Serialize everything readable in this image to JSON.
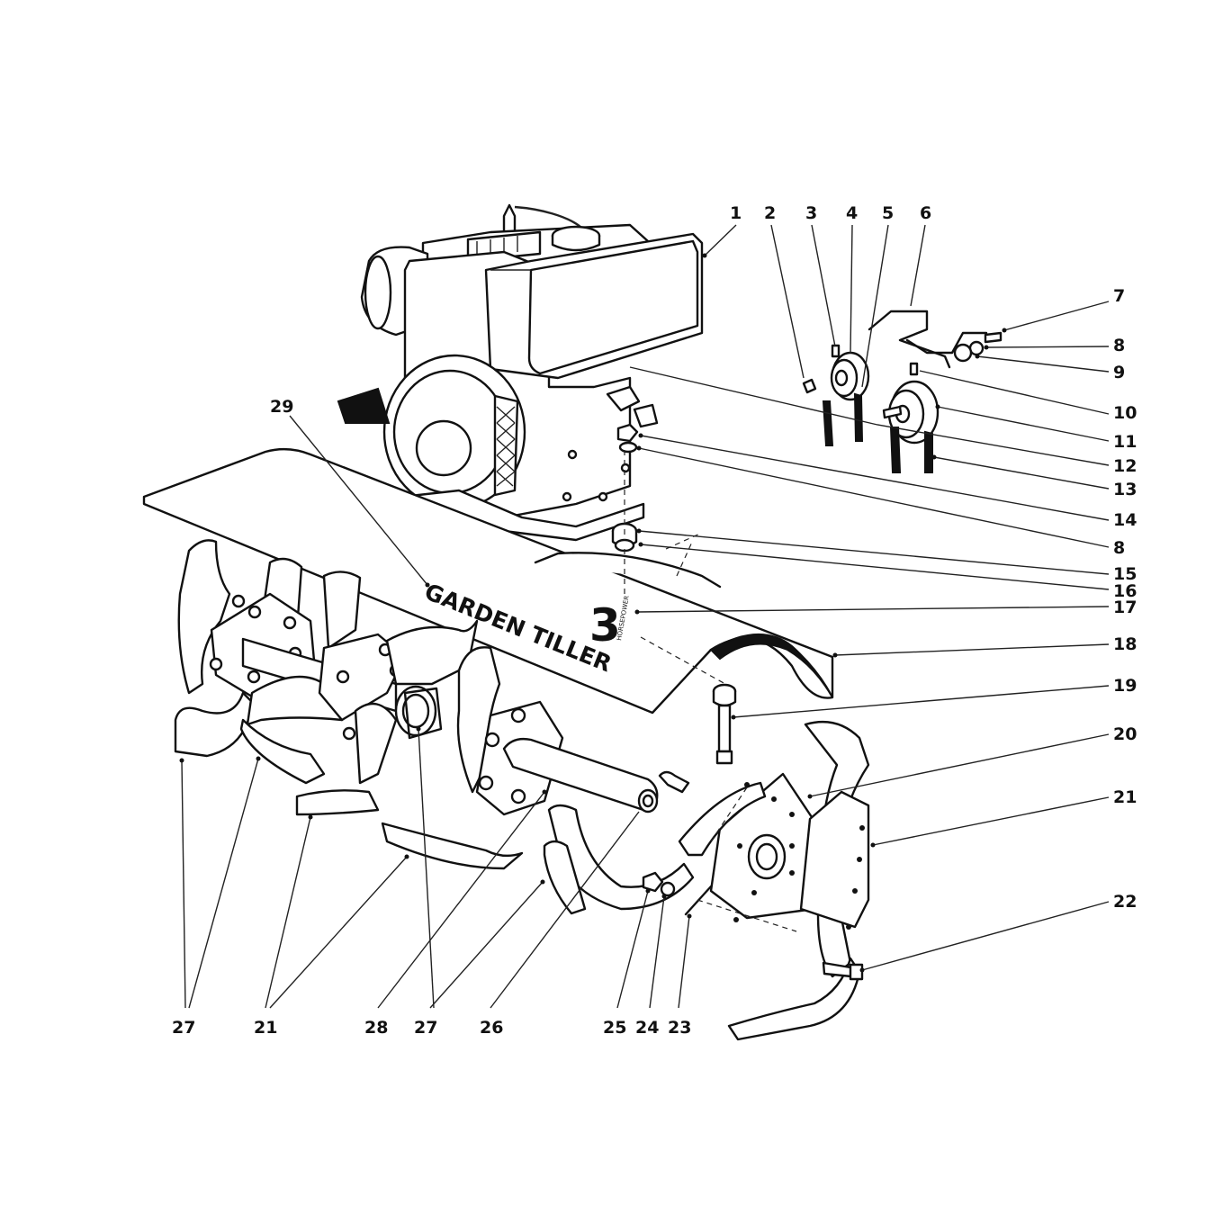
{
  "diagram": {
    "shield_text": "GARDEN TILLER",
    "hp_number": "3",
    "hp_word": "HORSEPOWER"
  },
  "callouts": [
    {
      "id": "c1",
      "text": "1"
    },
    {
      "id": "c2",
      "text": "2"
    },
    {
      "id": "c3",
      "text": "3"
    },
    {
      "id": "c4",
      "text": "4"
    },
    {
      "id": "c5",
      "text": "5"
    },
    {
      "id": "c6",
      "text": "6"
    },
    {
      "id": "c7",
      "text": "7"
    },
    {
      "id": "c8a",
      "text": "8"
    },
    {
      "id": "c9",
      "text": "9"
    },
    {
      "id": "c10",
      "text": "10"
    },
    {
      "id": "c11",
      "text": "11"
    },
    {
      "id": "c12",
      "text": "12"
    },
    {
      "id": "c13",
      "text": "13"
    },
    {
      "id": "c14",
      "text": "14"
    },
    {
      "id": "c8b",
      "text": "8"
    },
    {
      "id": "c15",
      "text": "15"
    },
    {
      "id": "c16",
      "text": "16"
    },
    {
      "id": "c17",
      "text": "17"
    },
    {
      "id": "c18",
      "text": "18"
    },
    {
      "id": "c19",
      "text": "19"
    },
    {
      "id": "c20",
      "text": "20"
    },
    {
      "id": "c21r",
      "text": "21"
    },
    {
      "id": "c22",
      "text": "22"
    },
    {
      "id": "c29",
      "text": "29"
    },
    {
      "id": "c27a",
      "text": "27"
    },
    {
      "id": "c21b",
      "text": "21"
    },
    {
      "id": "c28",
      "text": "28"
    },
    {
      "id": "c27b",
      "text": "27"
    },
    {
      "id": "c26",
      "text": "26"
    },
    {
      "id": "c25",
      "text": "25"
    },
    {
      "id": "c24",
      "text": "24"
    },
    {
      "id": "c23",
      "text": "23"
    }
  ]
}
